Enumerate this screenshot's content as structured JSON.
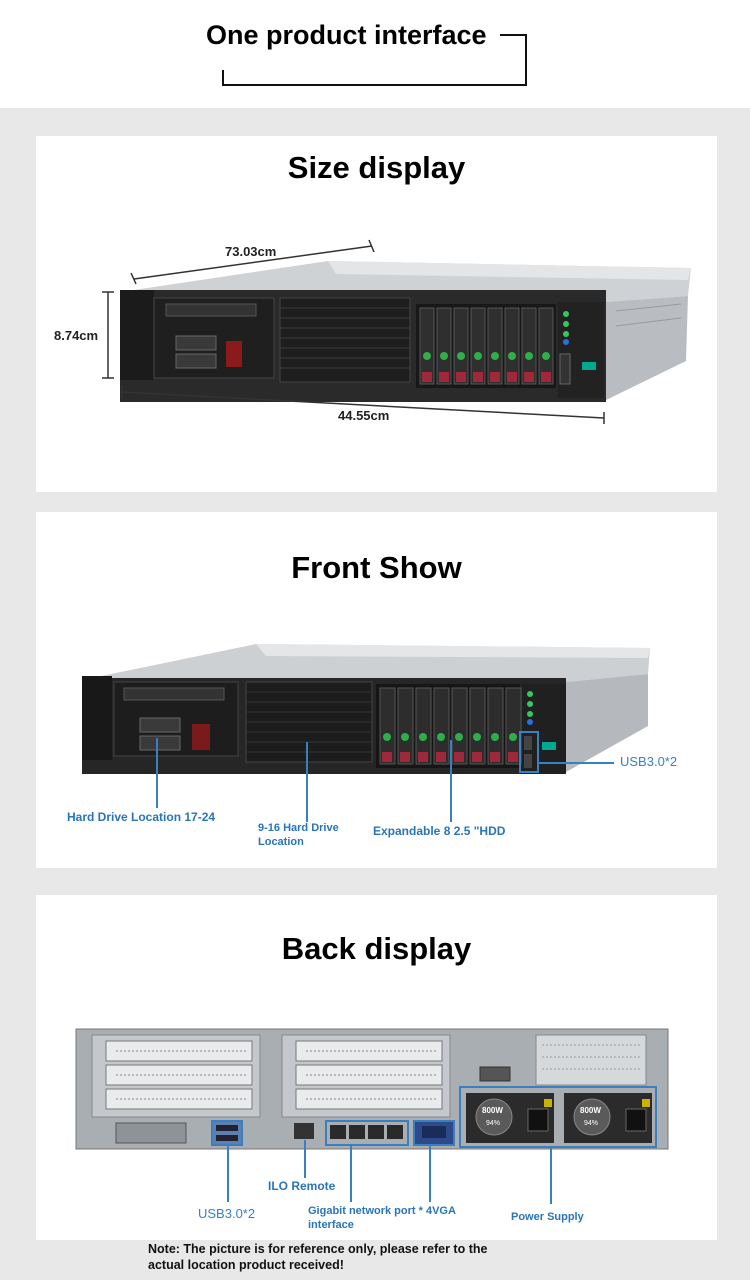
{
  "header": {
    "title": "One product interface"
  },
  "size_panel": {
    "title": "Size display",
    "depth": "73.03cm",
    "height": "8.74cm",
    "width": "44.55cm"
  },
  "front_panel": {
    "title": "Front Show",
    "labels": {
      "hdd_17_24": "Hard Drive Location 17-24",
      "hdd_9_16_line1": "9-16 Hard Drive",
      "hdd_9_16_line2": "Location",
      "expandable": "Expandable 8 2.5 \"HDD",
      "usb": "USB3.0*2"
    }
  },
  "back_panel": {
    "title": "Back display",
    "labels": {
      "usb": "USB3.0*2",
      "ilo": "ILO Remote",
      "network_line1": "Gigabit network port * 4VGA",
      "network_line2": "interface",
      "power": "Power Supply",
      "psu_rating": "800W",
      "psu_eff": "94%"
    }
  },
  "note": {
    "line1": "Note: The picture is for reference only, please refer to the",
    "line2": "actual location product received!"
  }
}
